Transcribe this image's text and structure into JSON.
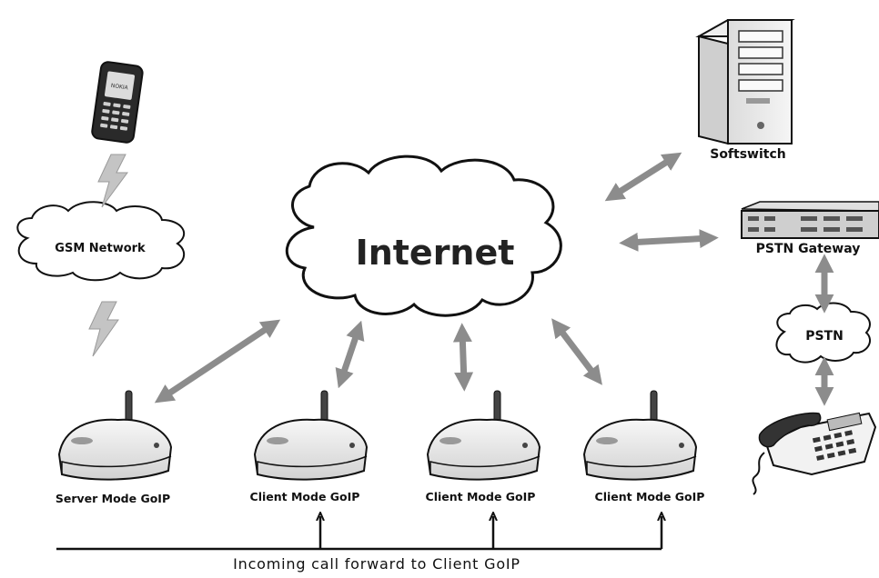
{
  "nodes": {
    "internet": "Internet",
    "gsm_network": "GSM Network",
    "softswitch": "Softswitch",
    "pstn_gateway": "PSTN  Gateway",
    "pstn": "PSTN",
    "phone_brand": "NOKIA",
    "server_goip": "Server Mode GoIP",
    "client_goip_1": "Client Mode GoIP",
    "client_goip_2": "Client Mode GoIP",
    "client_goip_3": "Client Mode GoIP"
  },
  "footer": {
    "caption": "Incoming call forward to Client GoIP"
  },
  "colors": {
    "arrow": "#8c8c8c",
    "lightning": "#bdbdbd",
    "outline": "#111111",
    "device_fill": "#e8e8e8"
  }
}
